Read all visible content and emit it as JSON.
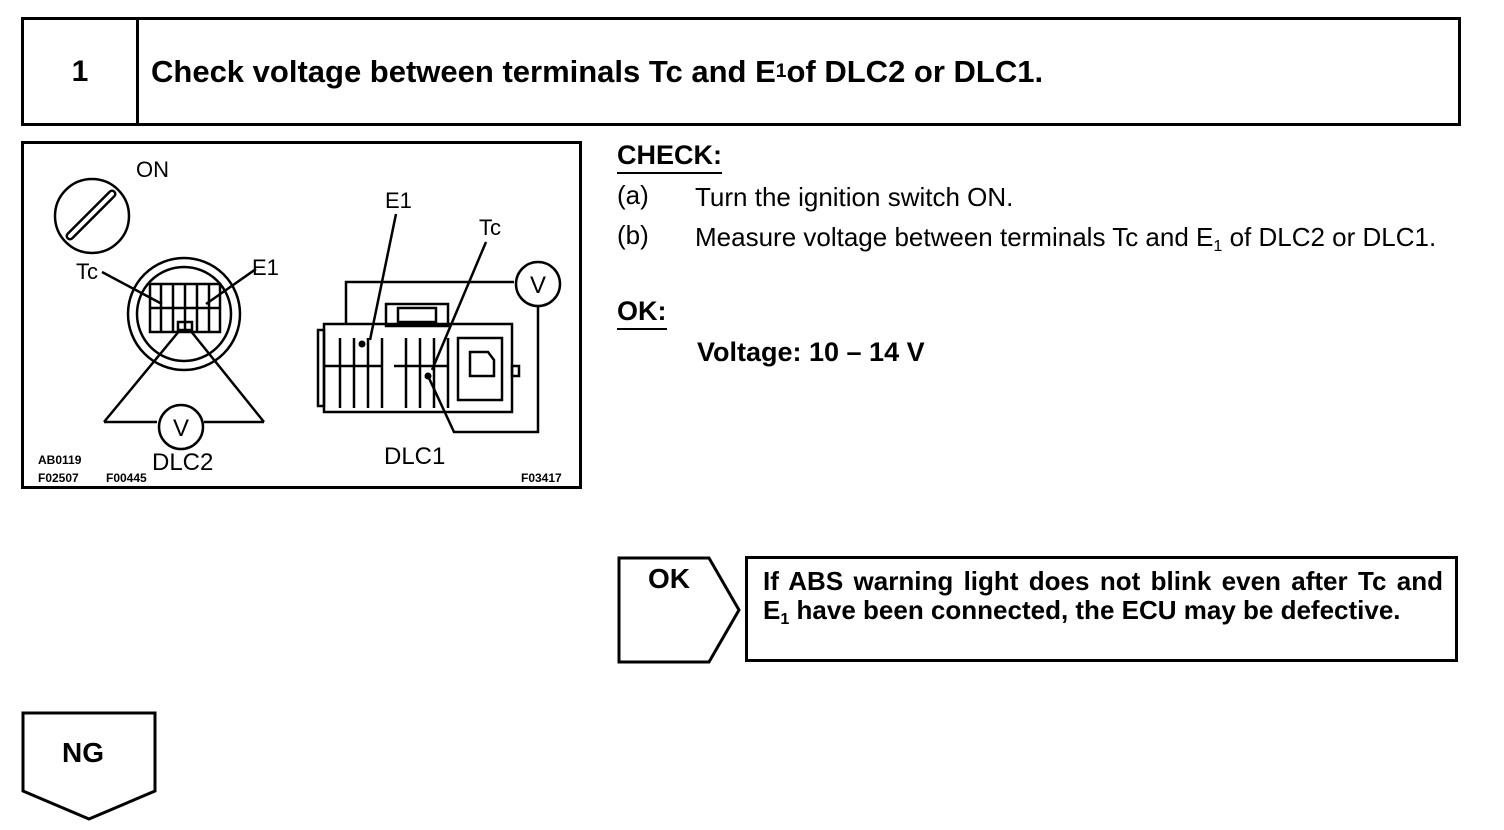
{
  "step": {
    "number": "1",
    "title_prefix": "Check voltage between terminals Tc and E",
    "title_sub": "1",
    "title_suffix": " of DLC2 or DLC1."
  },
  "figure": {
    "labels": {
      "on": "ON",
      "tc_left": "Tc",
      "e1_left": "E1",
      "e1_right": "E1",
      "tc_right": "Tc",
      "v_left": "V",
      "v_right": "V",
      "dlc2": "DLC2",
      "dlc1": "DLC1",
      "code_1": "AB0119",
      "code_2": "F02507",
      "code_3": "F00445",
      "code_4": "F03417"
    }
  },
  "check": {
    "heading": "CHECK:",
    "steps": [
      {
        "letter": "(a)",
        "text": "Turn the ignition switch ON."
      },
      {
        "letter": "(b)",
        "text_prefix": "Measure voltage between terminals Tc and E",
        "text_sub": "1",
        "text_suffix": " of DLC2 or DLC1."
      }
    ]
  },
  "ok": {
    "heading": "OK:",
    "value": "Voltage: 10 – 14 V"
  },
  "ok_result": {
    "arrow_label": "OK",
    "text_prefix": "If ABS warning light does not blink even after Tc and E",
    "text_sub": "1",
    "text_suffix": " have been connected, the ECU may be defective."
  },
  "ng": {
    "label": "NG"
  }
}
